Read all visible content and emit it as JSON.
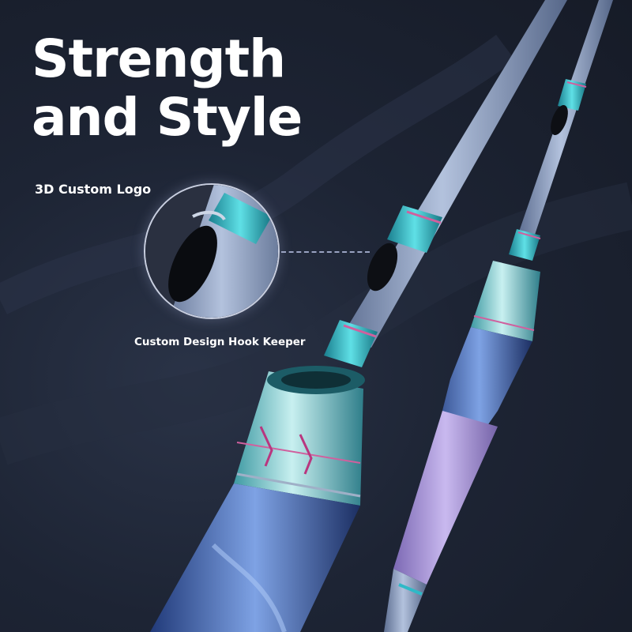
{
  "headline": {
    "line1": "Strength",
    "line2": "and Style"
  },
  "callouts": {
    "logo_label": "3D Custom Logo",
    "keeper_label": "Custom Design Hook Keeper"
  },
  "colors": {
    "background": "#1c2333",
    "blank": "#8a9cbd",
    "teal_accent": "#2fb9c7",
    "pink_accent": "#d0609e",
    "grip_lavender": "#a894d6",
    "reel_seat_blue": "#3c63b0",
    "text": "#ffffff"
  },
  "icons": {
    "logo": "custom-brand-logo-icon",
    "keeper": "hook-keeper-icon"
  }
}
